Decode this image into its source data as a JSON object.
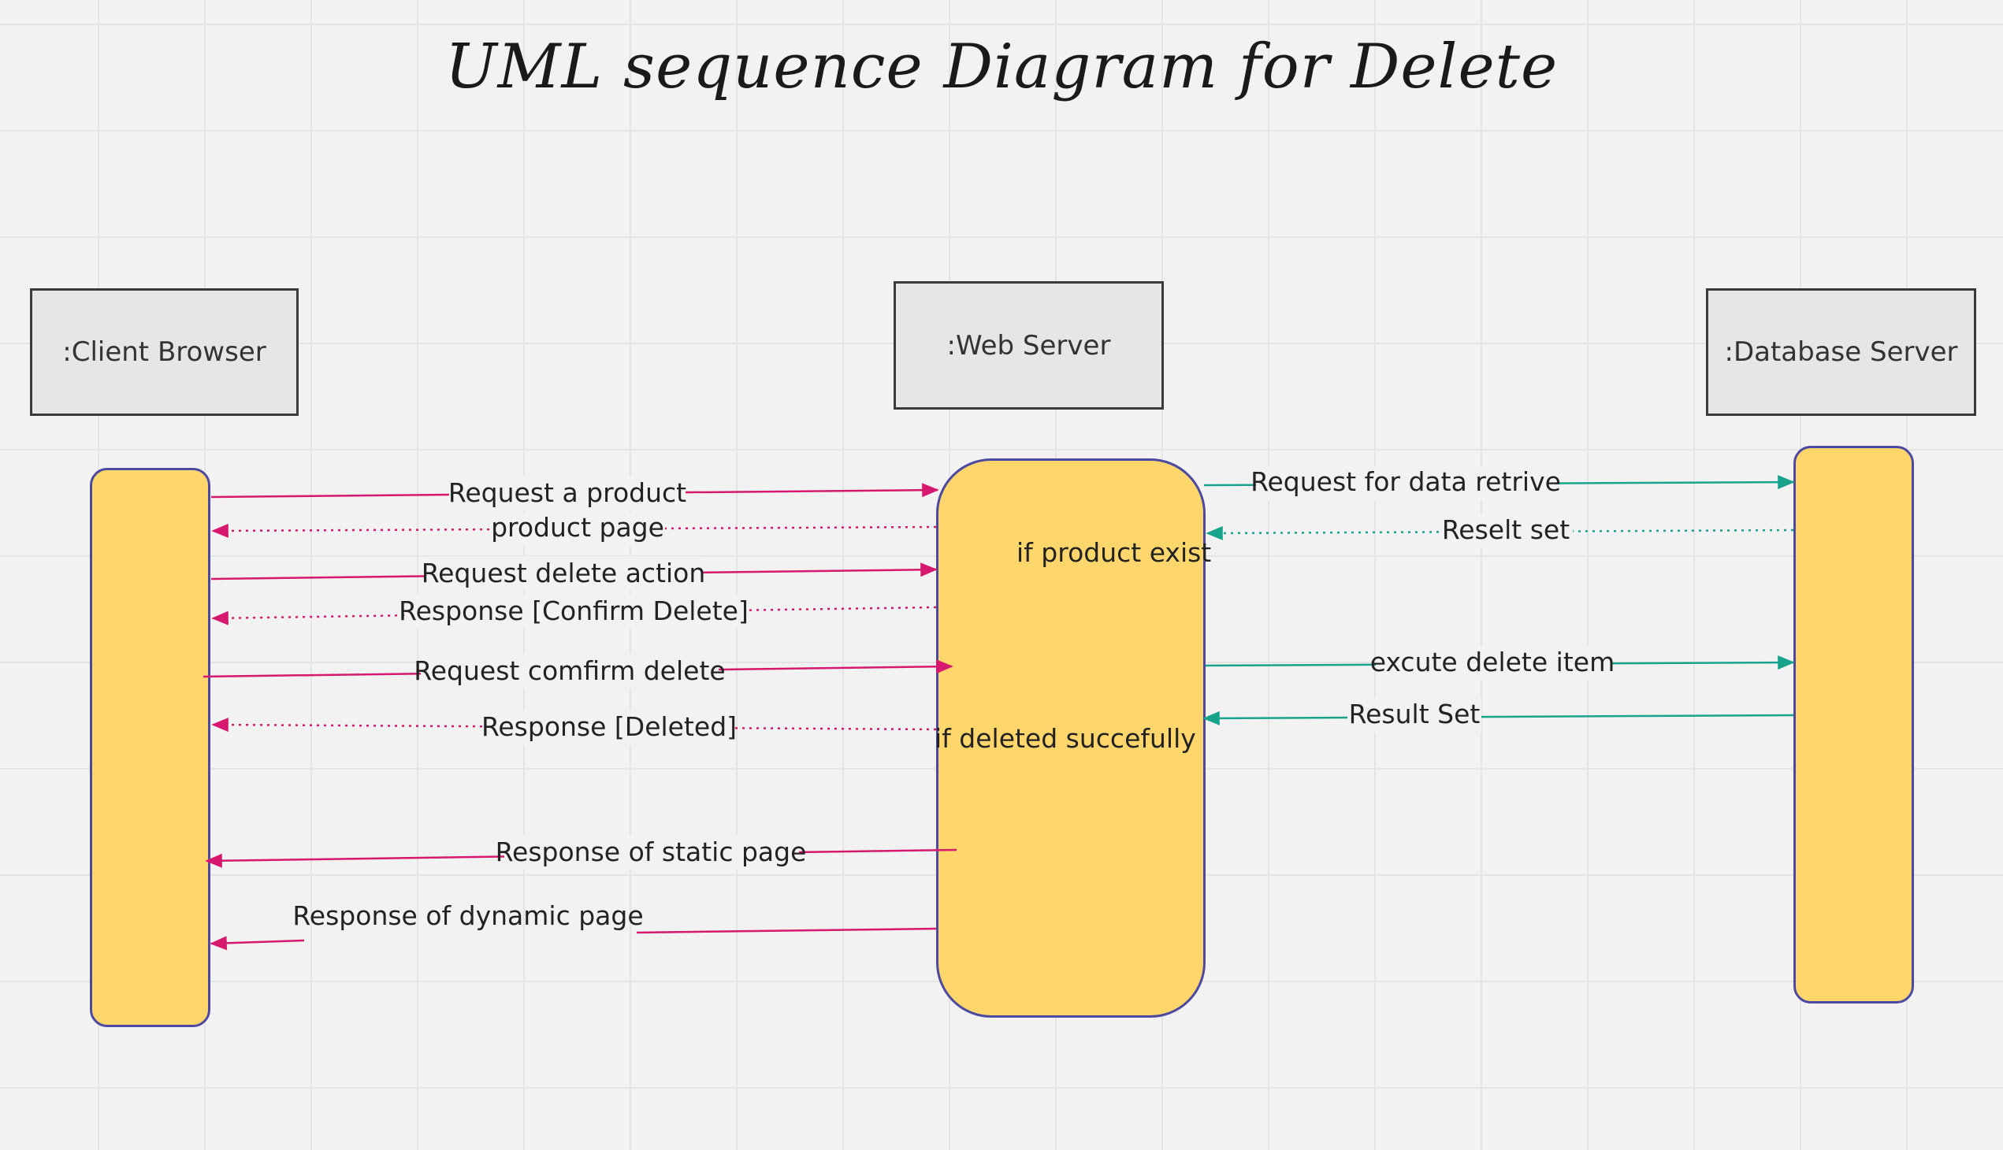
{
  "title": "UML sequence Diagram for Delete",
  "lifelines": {
    "client": ":Client Browser",
    "web": ":Web Server",
    "db": ":Database Server"
  },
  "notes": {
    "product_exist": "if product exist",
    "deleted": "if deleted succefully"
  },
  "colors": {
    "client_web": "#d6196e",
    "web_db": "#17a38c",
    "activation_fill": "#ffd66b",
    "activation_border": "#4b4aa0"
  },
  "messages": [
    {
      "label": "Request a product",
      "from": "client",
      "to": "web",
      "style": "solid"
    },
    {
      "label": "product page",
      "from": "web",
      "to": "client",
      "style": "dotted"
    },
    {
      "label": "Request delete action",
      "from": "client",
      "to": "web",
      "style": "solid"
    },
    {
      "label": "Response [Confirm Delete]",
      "from": "web",
      "to": "client",
      "style": "dotted"
    },
    {
      "label": "Request comfirm delete",
      "from": "client",
      "to": "web",
      "style": "solid"
    },
    {
      "label": "Response [Deleted]",
      "from": "web",
      "to": "client",
      "style": "dotted"
    },
    {
      "label": "Response of static page",
      "from": "web",
      "to": "client",
      "style": "solid"
    },
    {
      "label": "Response of dynamic page",
      "from": "web",
      "to": "client",
      "style": "solid"
    },
    {
      "label": "Request for data retrive",
      "from": "web",
      "to": "db",
      "style": "solid"
    },
    {
      "label": "Reselt set",
      "from": "db",
      "to": "web",
      "style": "dotted"
    },
    {
      "label": "excute delete item",
      "from": "web",
      "to": "db",
      "style": "solid"
    },
    {
      "label": "Result Set",
      "from": "db",
      "to": "web",
      "style": "solid"
    }
  ]
}
